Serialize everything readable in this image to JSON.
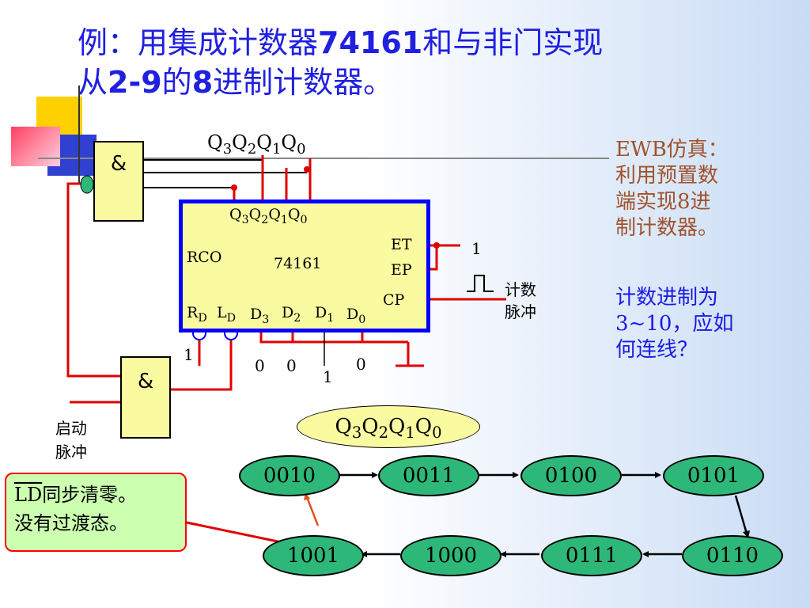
{
  "title": {
    "line1": [
      "例：用集成计数器",
      "74161",
      "和与非门实现"
    ],
    "line2": [
      "从",
      "2-9",
      "的",
      "8",
      "进制计数器。"
    ]
  },
  "chip": {
    "name": "74161",
    "outputs": [
      "Q3",
      "Q2",
      "Q1",
      "Q0"
    ],
    "out_label_top": "Q3Q2Q1Q0",
    "rco": "RCO",
    "et": "ET",
    "ep": "EP",
    "cp": "CP",
    "rd": "R",
    "rd_sub": "D",
    "ld": "L",
    "ld_sub": "D",
    "data_inputs": [
      "D3",
      "D2",
      "D1",
      "D0"
    ],
    "data_values": [
      "0",
      "0",
      "1",
      "0"
    ],
    "et_value": "1",
    "rd_value": "1"
  },
  "gates": {
    "top": "&",
    "bottom": "&"
  },
  "labels": {
    "count_pulse": [
      "计数",
      "脉冲"
    ],
    "start_pulse": [
      "启动",
      "脉冲"
    ]
  },
  "side_note": {
    "ewb": [
      "EWB仿真：",
      "利用预置数",
      "端实现8进",
      "制计数器。"
    ],
    "question": [
      "计数进制为",
      "3~10，应如",
      "何连线？"
    ]
  },
  "state_label": "Q3Q2Q1Q0",
  "states_top": [
    "0010",
    "0011",
    "0100",
    "0101"
  ],
  "states_bottom": [
    "1001",
    "1000",
    "0111",
    "0110"
  ],
  "note": {
    "line1_over": "LD",
    "line1_rest": "同步清零。",
    "line2": "没有过渡态。"
  },
  "colors": {
    "title": "#2020e0",
    "wire_red": "#e00000",
    "chip_border": "#0000ff",
    "state_fill": "#2db879"
  }
}
